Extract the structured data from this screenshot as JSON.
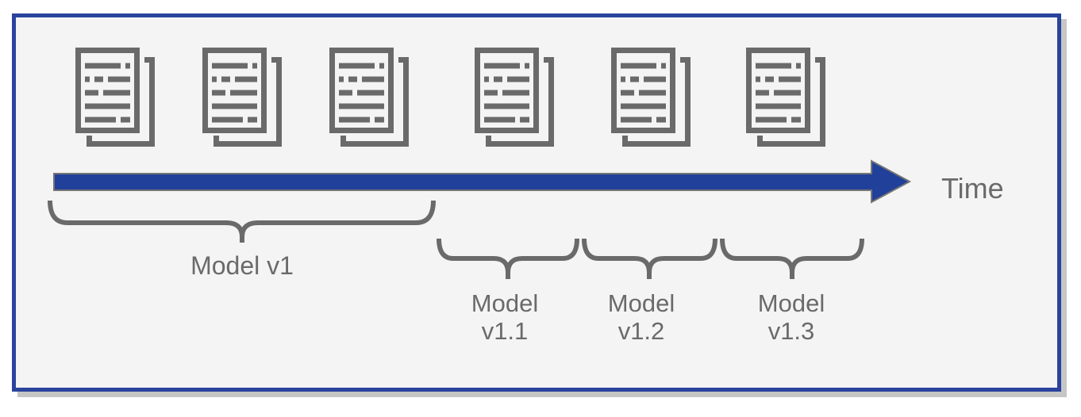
{
  "diagram": {
    "time_label": "Time",
    "groups": [
      {
        "label": "Model v1",
        "documents": 3
      },
      {
        "label": "Model\nv1.1",
        "documents": 1
      },
      {
        "label": "Model\nv1.2",
        "documents": 1
      },
      {
        "label": "Model\nv1.3",
        "documents": 1
      }
    ],
    "document_icon_count": 6,
    "colors": {
      "arrow_blue": "#21409a",
      "border_blue": "#2a439c",
      "diagram_gray": "#6a6a6a",
      "panel_bg": "#f4f4f4",
      "shadow_gray": "#c6c6c6"
    }
  }
}
